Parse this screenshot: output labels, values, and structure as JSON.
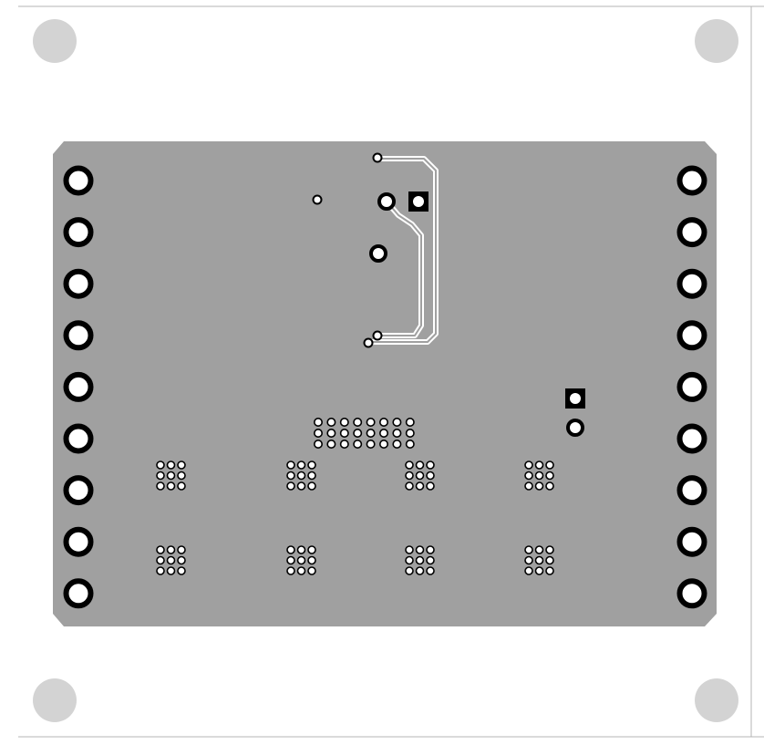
{
  "colors": {
    "page_background": "#ffffff",
    "frame_line": "#b4b4b4",
    "mounting_hole": "#d3d3d3",
    "board_fill": "#a0a0a0",
    "copper_white": "#ffffff",
    "pad_ring": "#000000",
    "via_ring": "#000000"
  },
  "board": {
    "layer": "bottom-copper",
    "shape": "rectangle-with-chamfered-corners",
    "edge_connectors": {
      "left_pins": 9,
      "right_pins": 9
    },
    "mounting_holes": 4
  },
  "components": {
    "square_pads": 2,
    "via_grid_cols": 3,
    "via_grid_rows": 3,
    "via_array_groups": 8,
    "header_via_cols": 8,
    "header_via_rows": 3
  },
  "icons": {
    "mounting_hole": "circle-icon",
    "pin_pad": "ring-icon",
    "square_pad": "square-pad-icon",
    "via": "small-ring-icon"
  }
}
